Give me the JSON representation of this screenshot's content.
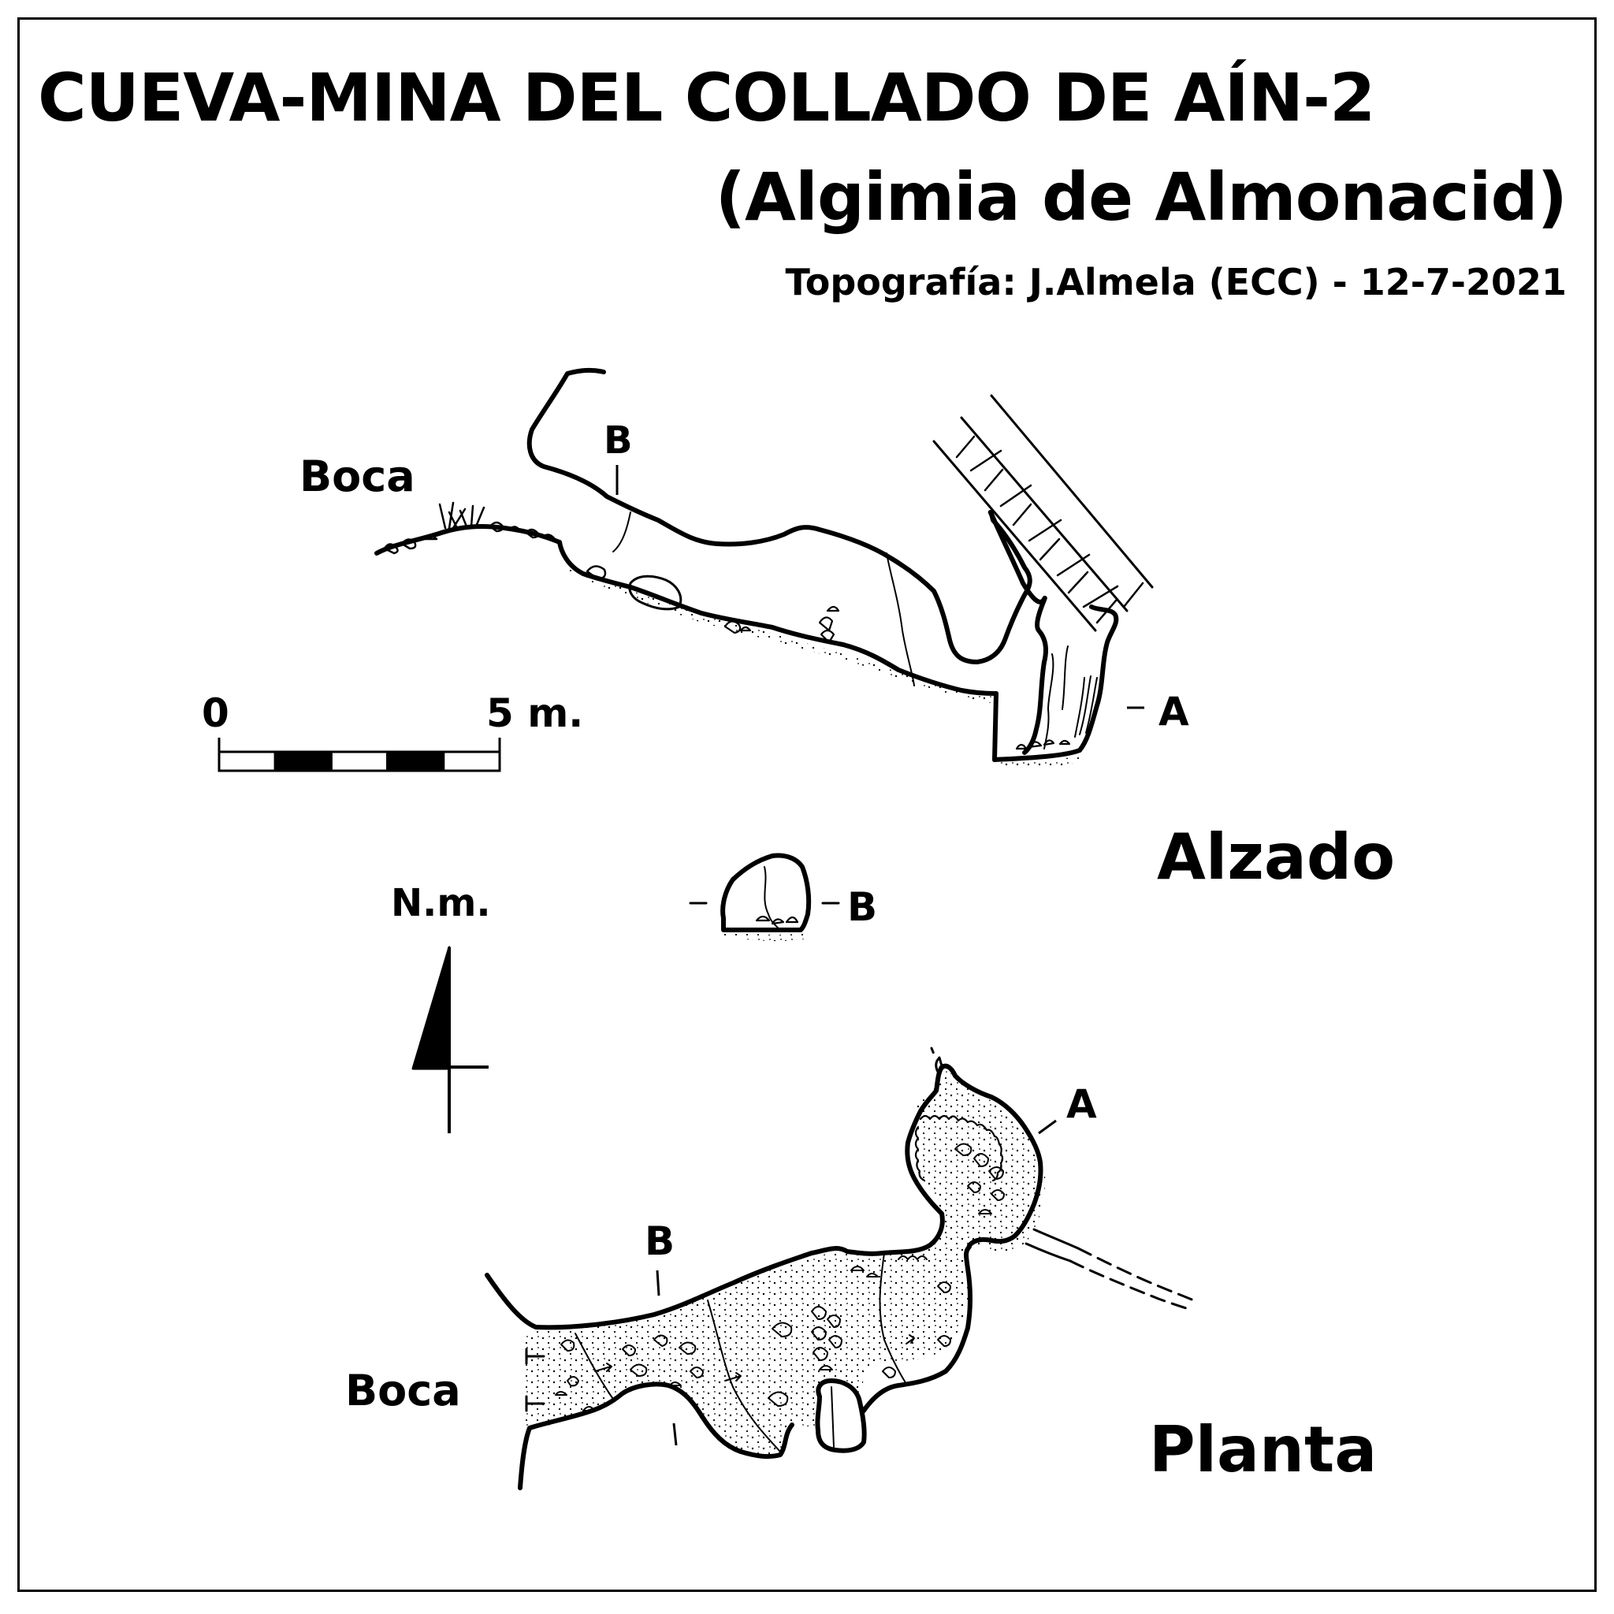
{
  "title": "CUEVA-MINA DEL COLLADO DE AÍN-2",
  "subtitle": "(Algimia de Almonacid)",
  "credits": "Topografía: J.Almela (ECC) -  12-7-2021",
  "elevation": {
    "label": "Alzado",
    "entrance_label": "Boca",
    "section_b_label": "B",
    "section_a_label": "A"
  },
  "cross_section": {
    "label": "B"
  },
  "plan": {
    "label": "Planta",
    "entrance_label": "Boca",
    "section_b_label": "B",
    "section_a_label": "A"
  },
  "scale_bar": {
    "start_label": "0",
    "end_label": "5 m.",
    "length_m": 5,
    "segments": 5
  },
  "north_arrow": {
    "label": "N.m."
  },
  "colors": {
    "ink": "#000000",
    "paper": "#ffffff"
  }
}
